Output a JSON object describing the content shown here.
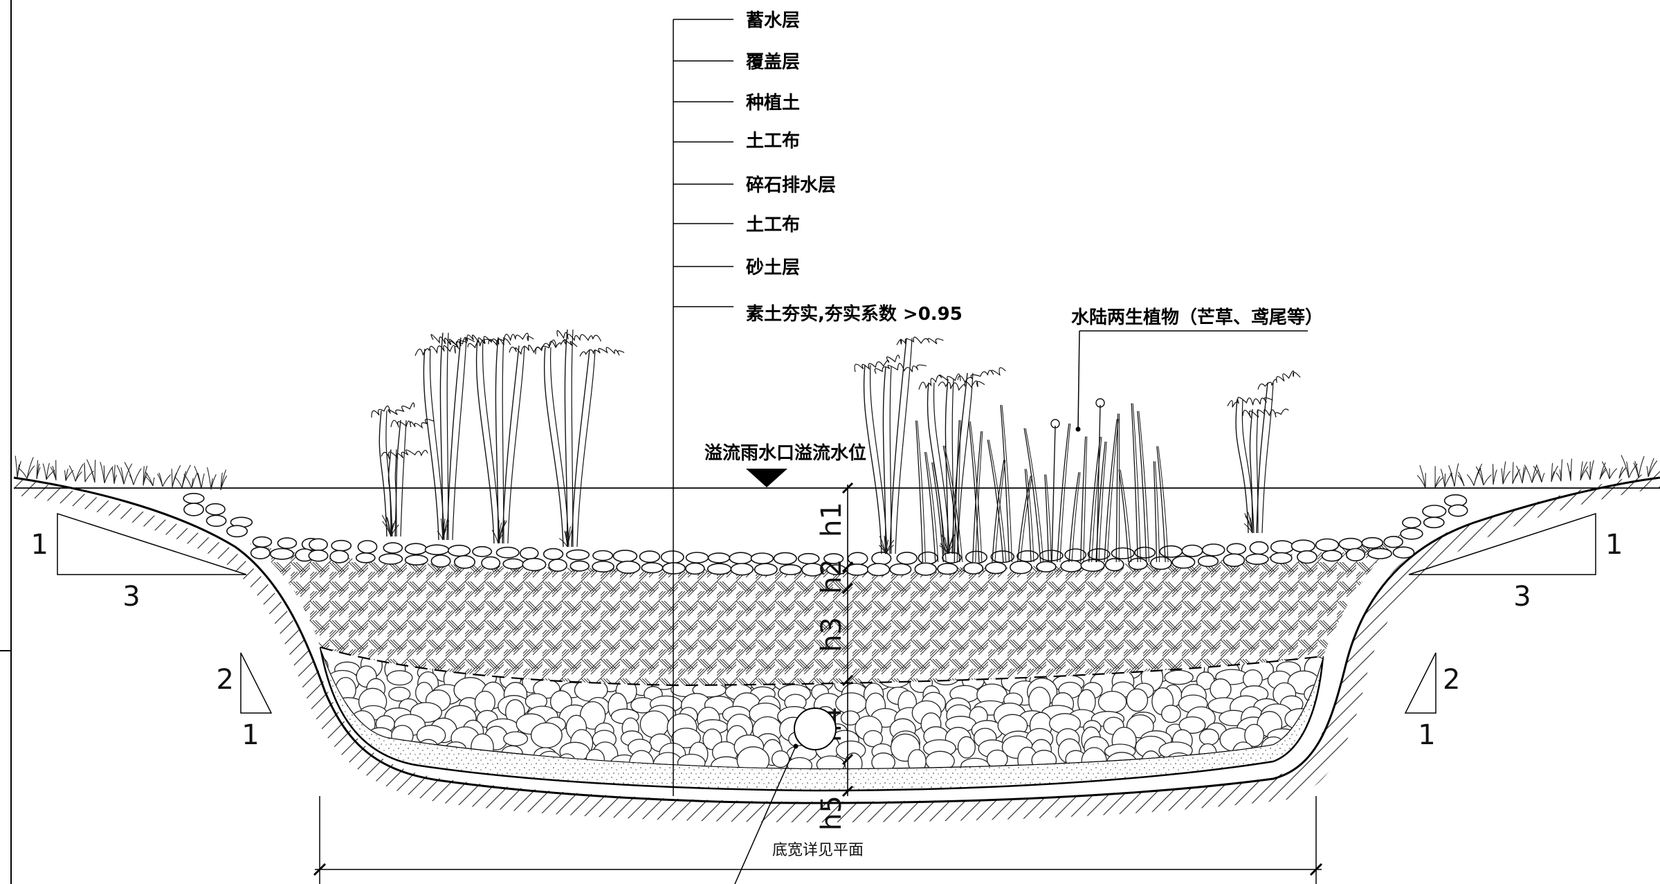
{
  "layer_labels": [
    "蓄水层",
    "覆盖层",
    "种植土",
    "土工布",
    "碎石排水层",
    "土工布",
    "砂土层",
    "素土夯实,夯实系数 >0.95"
  ],
  "plant_label": "水陆两生植物（芒草、鸢尾等）",
  "overflow_label": "溢流雨水口溢流水位",
  "dimension_marks": [
    "h1",
    "h2",
    "h3",
    "h4",
    "h5"
  ],
  "bottom_width_label": "底宽详见平面",
  "slope_left_top": {
    "rise": "1",
    "run": "3"
  },
  "slope_right_top": {
    "rise": "1",
    "run": "3"
  },
  "slope_left_bottom": {
    "rise": "2",
    "run": "1"
  },
  "slope_right_bottom": {
    "rise": "2",
    "run": "1"
  }
}
